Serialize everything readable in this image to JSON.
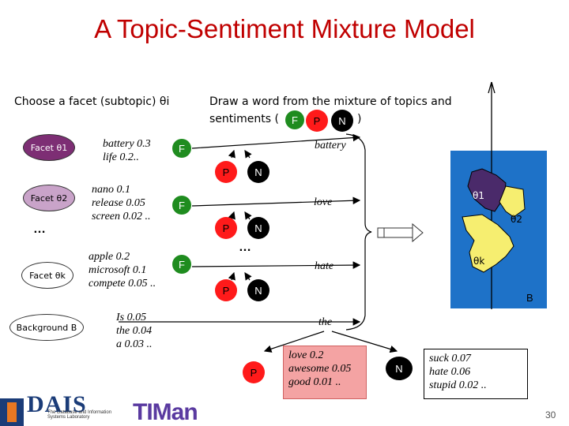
{
  "title": "A Topic-Sentiment Mixture Model",
  "choose_facet_label": "Choose a facet (subtopic) θi",
  "draw_word_label_line1": "Draw a word from the mixture of topics and",
  "draw_word_label_line2": "sentiments (",
  "draw_word_label_close": ")",
  "facets": [
    {
      "label": "Facet θ1",
      "words": [
        "battery 0.3",
        "life  0.2.."
      ]
    },
    {
      "label": "Facet θ2",
      "words": [
        "nano  0.1",
        "release 0.05",
        "screen 0.02 .."
      ]
    },
    {
      "label": "Facet θk",
      "words": [
        "apple 0.2",
        "microsoft  0.1",
        "compete 0.05 .."
      ]
    },
    {
      "label": "Background B",
      "words": [
        "Is 0.05",
        "the  0.04",
        "a 0.03 .."
      ]
    }
  ],
  "ellipsis": "…",
  "circle_letters": {
    "F": "F",
    "P": "P",
    "N": "N"
  },
  "output_words": [
    "battery",
    "love",
    "hate",
    "the"
  ],
  "positive_box": [
    "love  0.2",
    "awesome 0.05",
    "good 0.01 .."
  ],
  "negative_box": [
    "suck  0.07",
    "hate 0.06",
    "stupid 0.02 .."
  ],
  "map_labels": {
    "theta1": "θ1",
    "theta2": "θ2",
    "thetak": "θk",
    "background": "B"
  },
  "logos": {
    "dais": "DAIS",
    "dais_caption": "The Database and Information Systems Laboratory",
    "timan": "TIMan"
  },
  "page_number": "30",
  "colors": {
    "title": "#c00000",
    "facet1": "#7d2e74",
    "facet2": "#c9a3c9",
    "F": "#1f8c1f",
    "P": "#ff1a1a",
    "N": "#000000",
    "map_bg": "#1e72c8",
    "map_blob1": "#4a2a6a",
    "map_blob2": "#f6ee70"
  }
}
